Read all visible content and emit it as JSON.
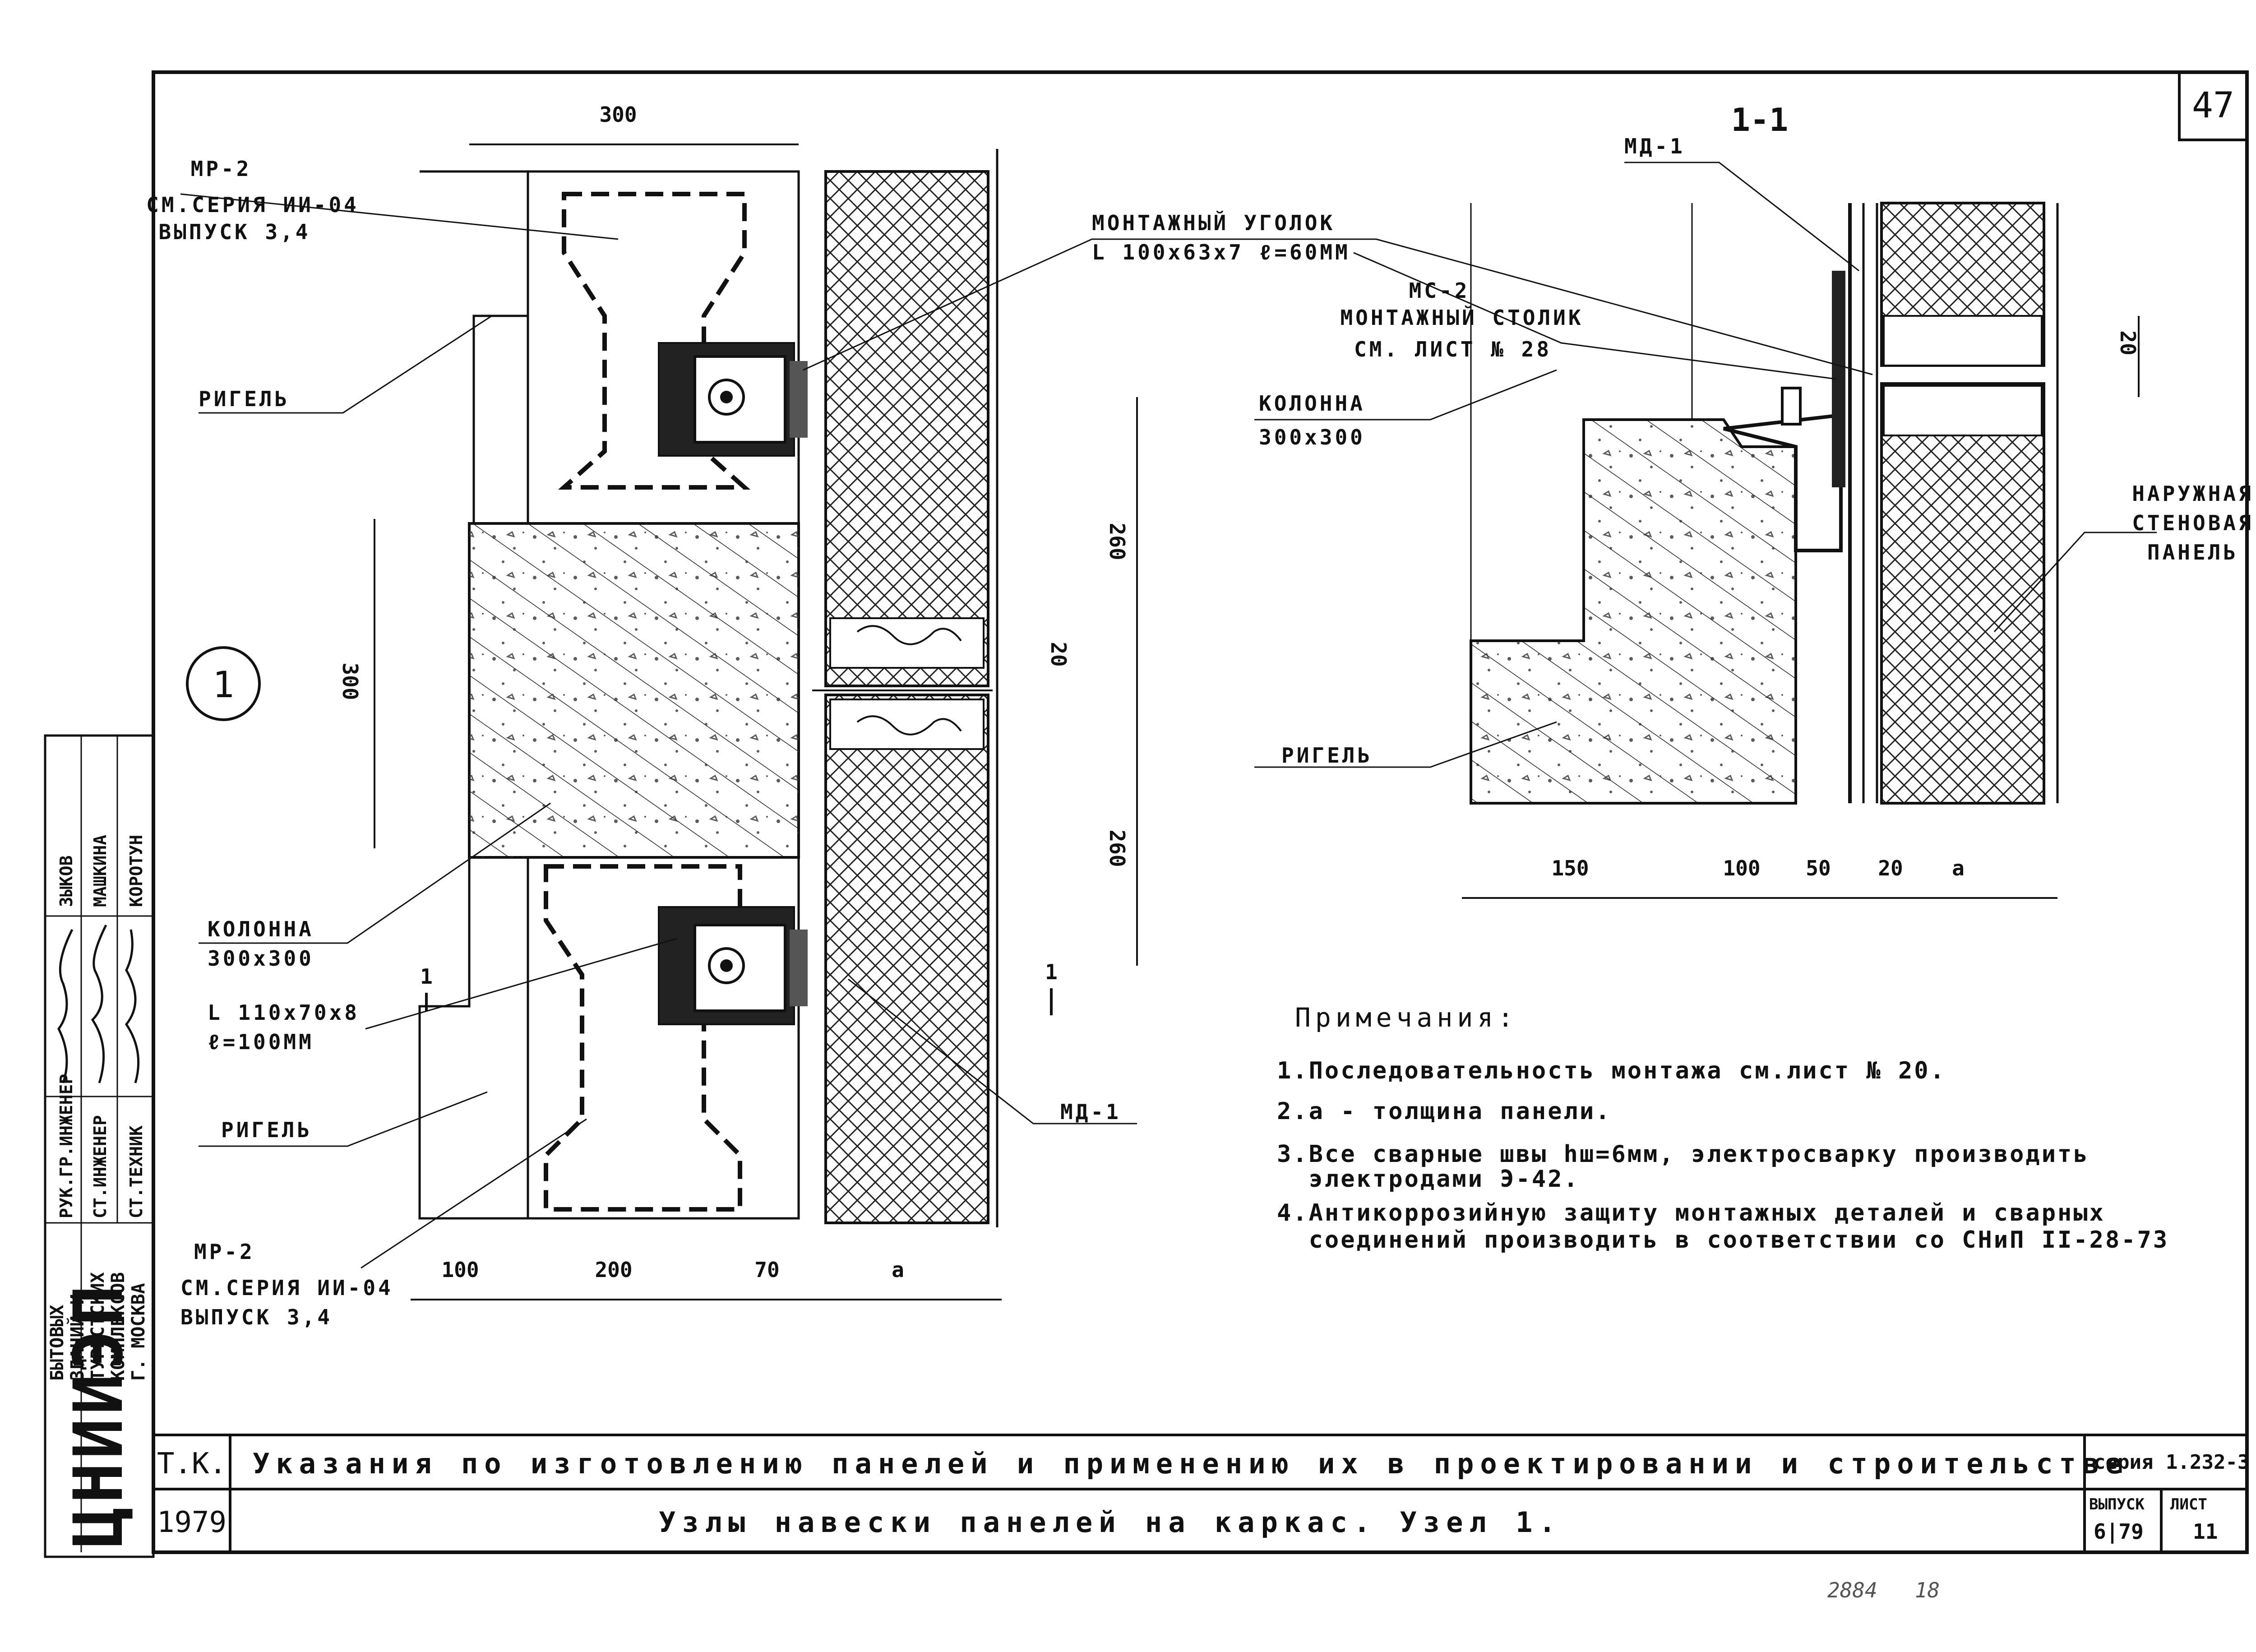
{
  "sheet": {
    "number": "47",
    "node_number": "1",
    "section_title": "1-1"
  },
  "left_view": {
    "label_mr2_top": [
      "МР-2",
      "СМ.СЕРИЯ ИИ-04",
      "ВЫПУСК 3,4"
    ],
    "label_rigel_top": "РИГЕЛЬ",
    "label_column": [
      "КОЛОННА",
      "300х300"
    ],
    "label_angle_small": [
      "L 110х70х8",
      "ℓ=100ММ"
    ],
    "label_rigel_bottom": "РИГЕЛЬ",
    "label_mr2_bottom": [
      "МР-2",
      "СМ.СЕРИЯ ИИ-04",
      "ВЫПУСК 3,4"
    ],
    "label_mounting_angle": [
      "МОНТАЖНЫЙ УГОЛОК",
      "L 100х63х7  ℓ=60ММ"
    ],
    "label_md1": "МД-1",
    "dims": {
      "top_width": "300",
      "column_height": "300",
      "upper_span": "260",
      "gap": "20",
      "lower_span": "260",
      "bottom": [
        "100",
        "200",
        "70",
        "а"
      ],
      "section_mark": "1"
    }
  },
  "section_view": {
    "label_md1": "МД-1",
    "label_mc2": [
      "МС-2",
      "МОНТАЖНЫЙ СТОЛИК",
      "СМ. ЛИСТ № 28"
    ],
    "label_column": [
      "КОЛОННА",
      "300х300"
    ],
    "label_rigel": "РИГЕЛЬ",
    "label_panel": [
      "НАРУЖНАЯ",
      "СТЕНОВАЯ",
      "ПАНЕЛЬ"
    ],
    "dims": {
      "gap": "20",
      "bottom": [
        "150",
        "100",
        "50",
        "20",
        "а"
      ]
    }
  },
  "notes": {
    "heading": "Примечания:",
    "items": [
      "1.Последовательность монтажа см.лист № 20.",
      "2.а - толщина панели.",
      "3.Все сварные швы hш=6мм, электросварку производить",
      "  электродами Э-42.",
      "4.Антикоррозийную защиту монтажных деталей и сварных",
      "  соединений производить в соответствии со СНиП II-28-73"
    ]
  },
  "stamp": {
    "roles": [
      "РУК.ГР.ИНЖЕНЕР",
      "СТ.ИНЖЕНЕР",
      "СТ.ТЕХНИК"
    ],
    "names": [
      "ЗЫКОВ",
      "МАШКИНА",
      "КОРОТУН"
    ],
    "org": [
      "БЫТОВЫХ",
      "ЗДАНИЙ И",
      "ТУРИСТСКИХ",
      "КОМПЛЕКСОВ",
      "Г. МОСКВА"
    ],
    "org_logo": "ЦНИИЭП"
  },
  "title_block": {
    "code": "Т.К.",
    "year": "1979",
    "title": "Указания по изготовлению панелей и применению их в проектировании и строительстве",
    "subtitle": "Узлы навески панелей на каркас. Узел 1.",
    "series_label": "серия",
    "series_value": "1.232-3",
    "issue_label": "ВЫПУСК",
    "issue_value": "6|79",
    "sheet_label": "ЛИСТ",
    "sheet_value": "11"
  },
  "footer_scribble": "2884   18"
}
